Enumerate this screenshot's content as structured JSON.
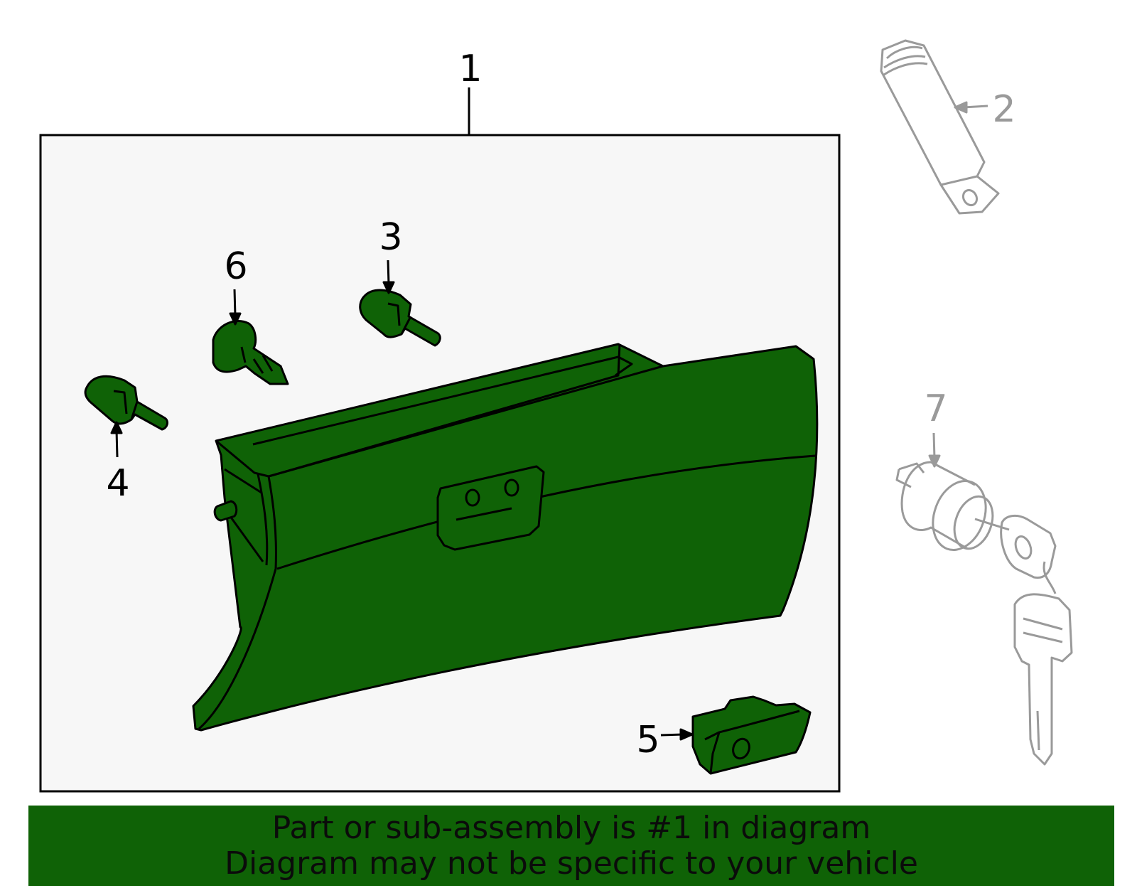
{
  "colors": {
    "part_fill": "#0f6206",
    "outline": "#000000",
    "inactive": "#9a9a9a",
    "box_fill": "#f7f7f7",
    "banner_fill": "#0f6206"
  },
  "callouts": {
    "c1": "1",
    "c2": "2",
    "c3": "3",
    "c4": "4",
    "c5": "5",
    "c6": "6",
    "c7": "7"
  },
  "banner": {
    "line1": "Part or sub-assembly is #1 in diagram",
    "line2": "Diagram may not be specific to your vehicle"
  }
}
